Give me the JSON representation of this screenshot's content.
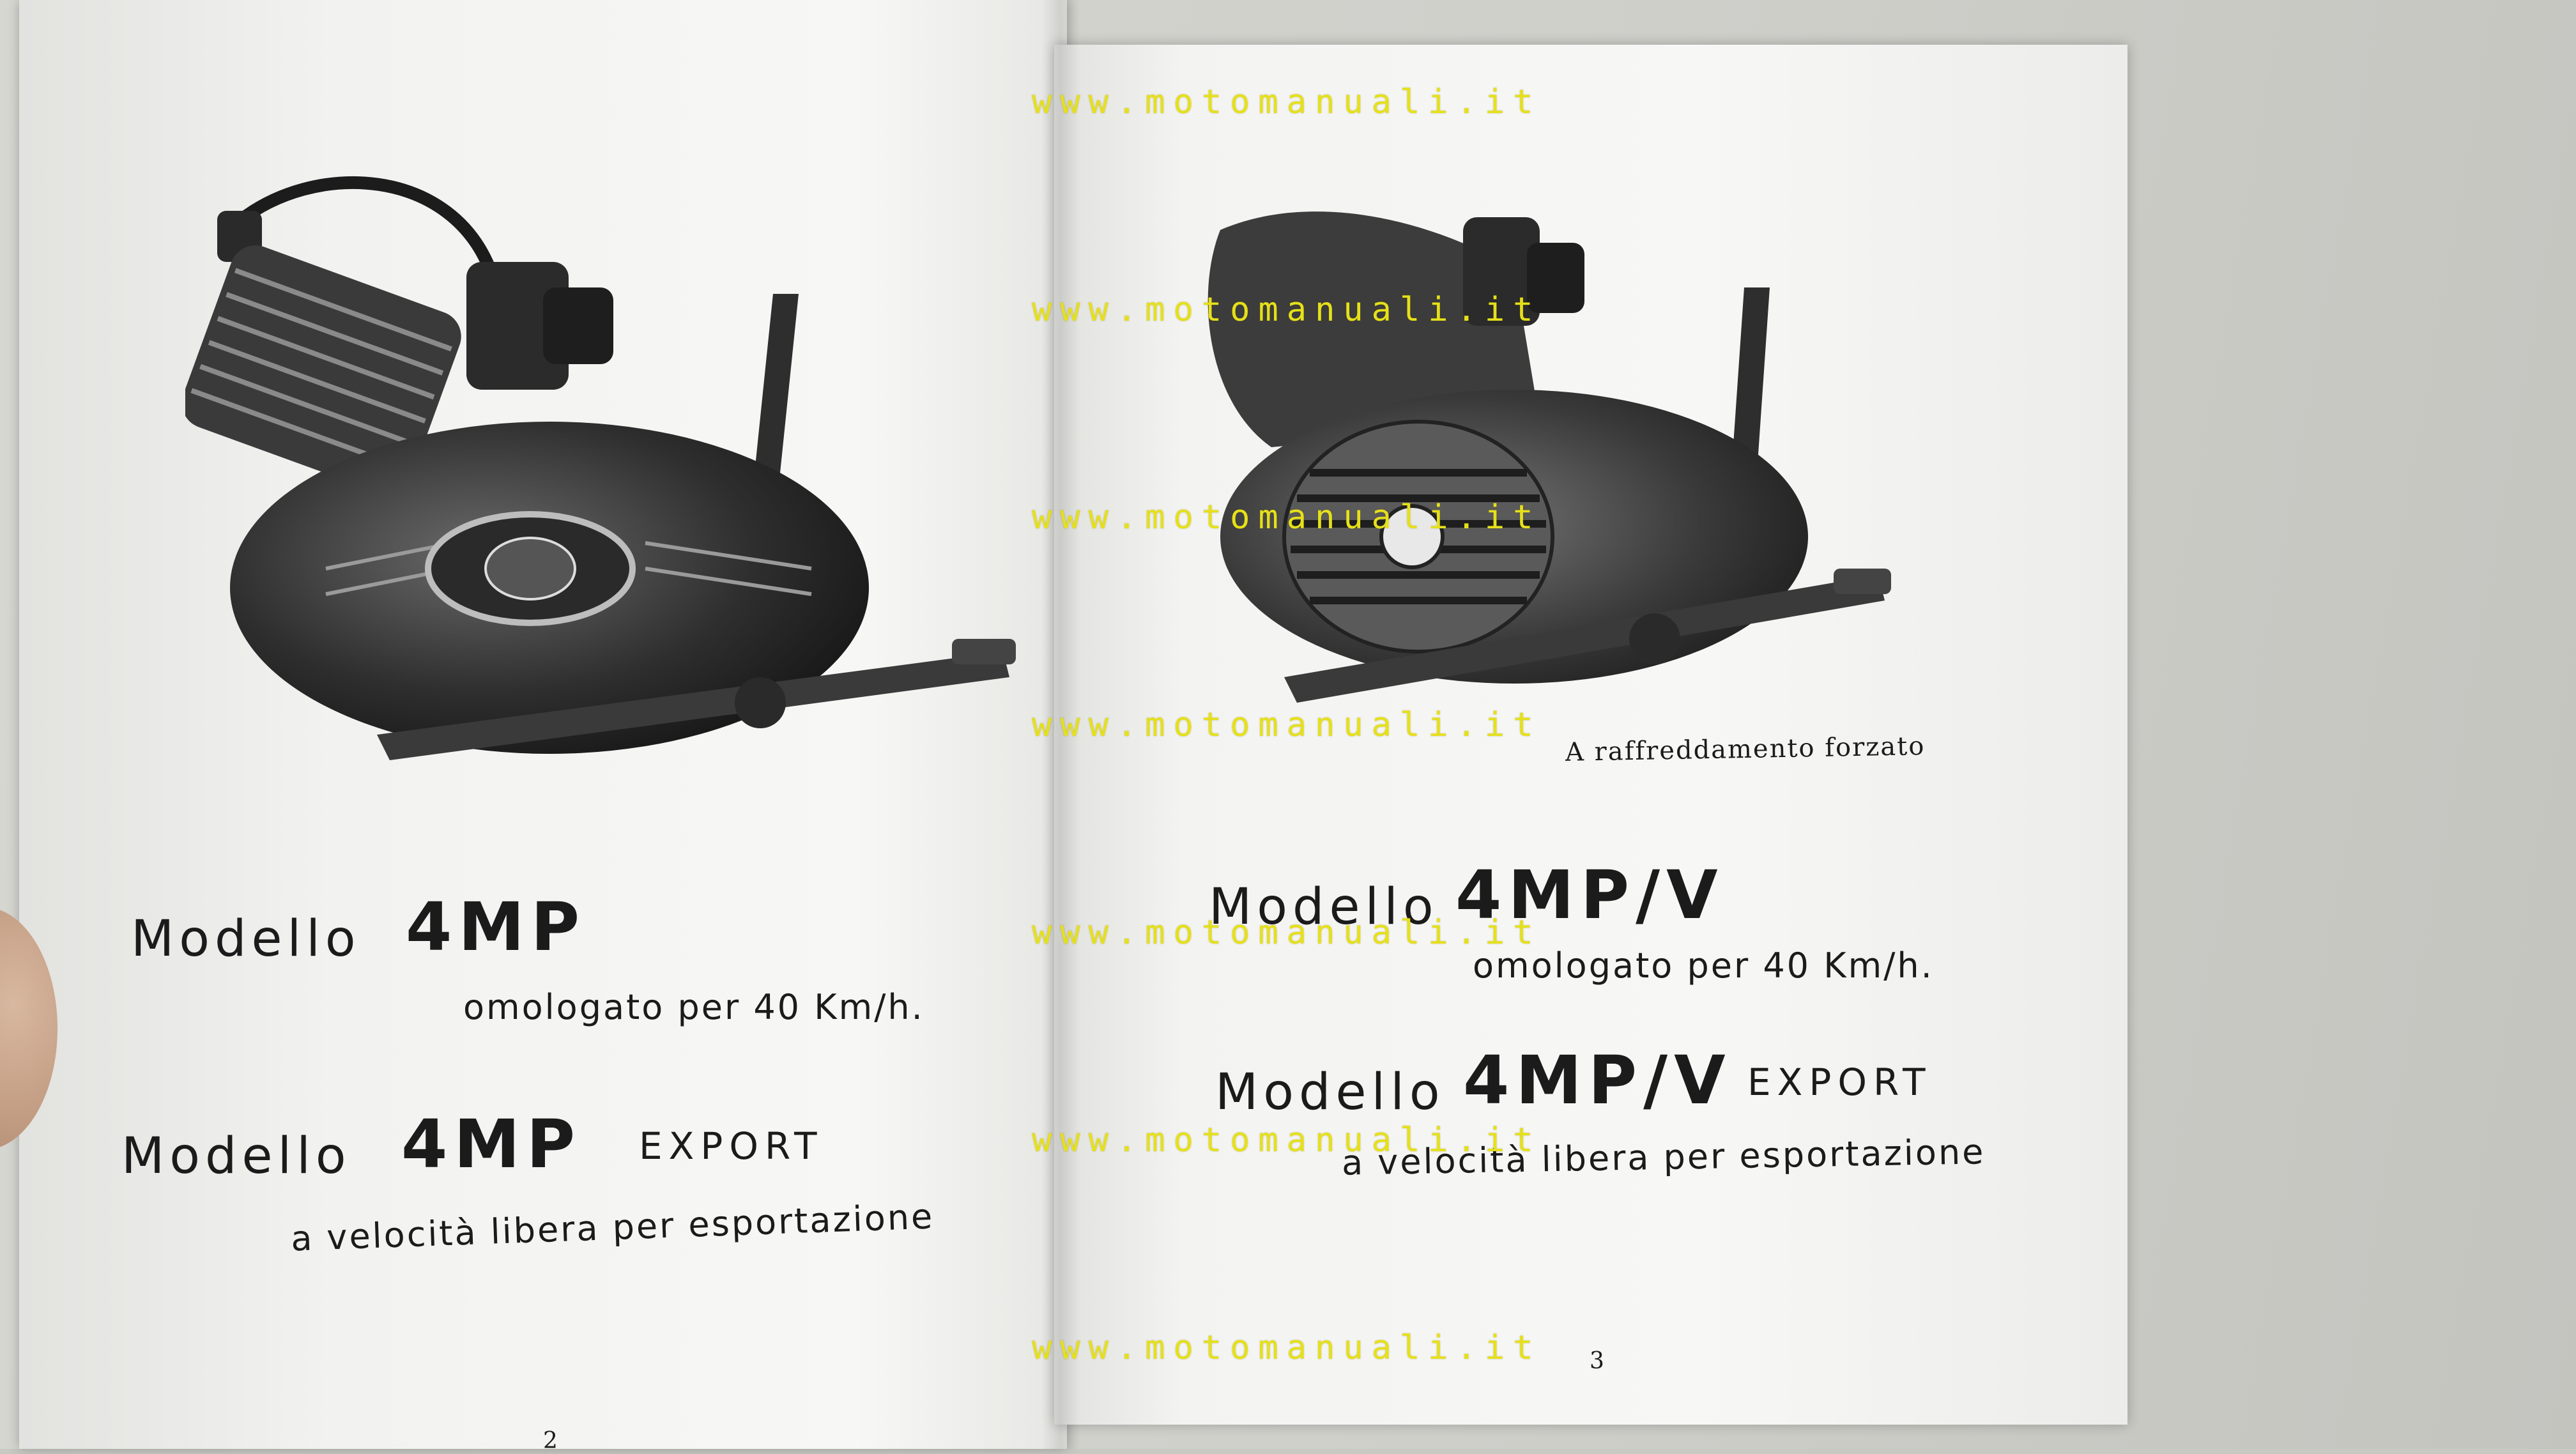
{
  "watermark": "www.motomanuali.it",
  "left_page": {
    "model1_word": "Modello",
    "model1_code": "4MP",
    "model1_desc": "omologato per 40 Km/h.",
    "model2_word": "Modello",
    "model2_code": "4MP",
    "model2_suffix": "EXPORT",
    "model2_desc": "a velocità libera per esportazione",
    "page_number": "2"
  },
  "right_page": {
    "caption": "A raffreddamento forzato",
    "model1_word": "Modello",
    "model1_code": "4MP/V",
    "model1_desc": "omologato per 40 Km/h.",
    "model2_word": "Modello",
    "model2_code": "4MP/V",
    "model2_suffix": "EXPORT",
    "model2_desc": "a velocità libera per esportazione",
    "page_number": "3"
  },
  "images": {
    "left_engine": "engine-4mp-photo",
    "right_engine": "engine-4mpv-fan-cooled-photo"
  }
}
